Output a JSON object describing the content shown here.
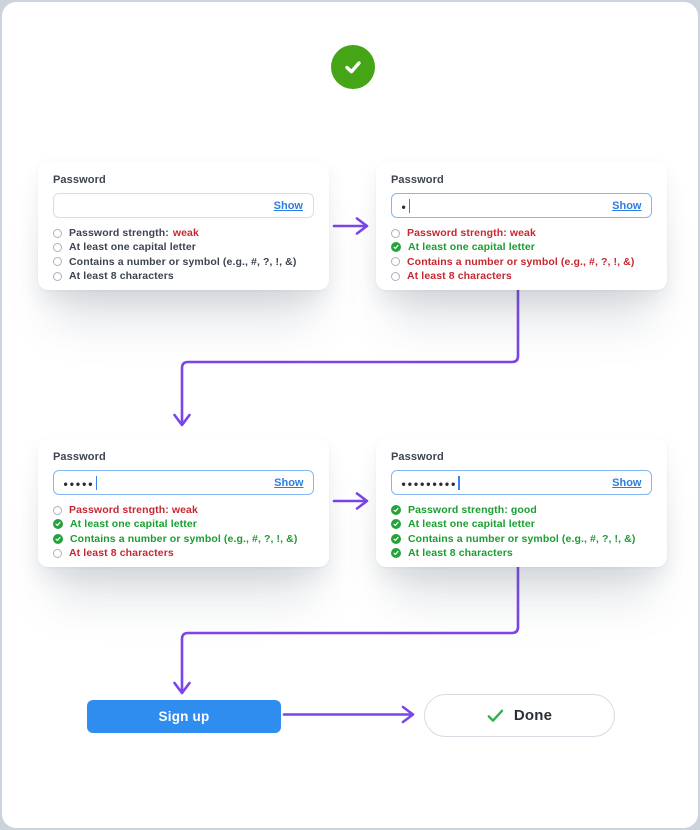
{
  "page": {
    "background_color": "#ccd3dd",
    "canvas_color": "#ffffff"
  },
  "colors": {
    "accent_purple_arrows": "#7b45e8",
    "success_green": "#44a616",
    "pass_green": "#1b9e32",
    "fail_red": "#c62832",
    "neutral_text": "#3d4450",
    "link_blue": "#2c7de4",
    "primary_button_blue": "#2f8def",
    "focused_input_border": "#82b7f4"
  },
  "success_badge": {
    "icon": "check-icon"
  },
  "cards": [
    {
      "label": "Password",
      "input": {
        "value": "",
        "show_label": "Show",
        "focused": false
      },
      "rows": [
        {
          "icon": "circle",
          "state": "neutral",
          "prefix": "Password strength:",
          "status": "weak",
          "status_state": "fail"
        },
        {
          "icon": "circle",
          "state": "neutral",
          "text": "At least one capital letter"
        },
        {
          "icon": "circle",
          "state": "neutral",
          "text": "Contains a number or symbol (e.g., #, ?, !, &)"
        },
        {
          "icon": "circle",
          "state": "neutral",
          "text": "At least 8 characters"
        }
      ]
    },
    {
      "label": "Password",
      "input": {
        "value": "•",
        "show_label": "Show",
        "focused": true
      },
      "rows": [
        {
          "icon": "circle",
          "state": "fail",
          "text": "Password strength: weak"
        },
        {
          "icon": "check",
          "state": "pass",
          "text": "At least one capital letter"
        },
        {
          "icon": "circle",
          "state": "fail",
          "text": "Contains a number or symbol (e.g., #, ?, !, &)"
        },
        {
          "icon": "circle",
          "state": "fail",
          "text": "At least 8 characters"
        }
      ]
    },
    {
      "label": "Password",
      "input": {
        "value": "•••••",
        "show_label": "Show",
        "focused": true
      },
      "rows": [
        {
          "icon": "circle",
          "state": "fail",
          "text": "Password strength: weak"
        },
        {
          "icon": "check",
          "state": "pass",
          "text": "At least one capital letter"
        },
        {
          "icon": "check",
          "state": "pass",
          "text": "Contains a number or symbol (e.g., #, ?, !, &)"
        },
        {
          "icon": "circle",
          "state": "fail",
          "text": "At least 8 characters"
        }
      ]
    },
    {
      "label": "Password",
      "input": {
        "value": "•••••••••",
        "show_label": "Show",
        "focused": true
      },
      "rows": [
        {
          "icon": "check",
          "state": "pass",
          "text": "Password strength: good"
        },
        {
          "icon": "check",
          "state": "pass",
          "text": "At least one capital letter"
        },
        {
          "icon": "check",
          "state": "pass",
          "text": "Contains a number or symbol (e.g., #, ?, !, &)"
        },
        {
          "icon": "check",
          "state": "pass",
          "text": "At least 8 characters"
        }
      ]
    }
  ],
  "signup_button": {
    "label": "Sign up"
  },
  "done_button": {
    "label": "Done",
    "icon": "check-icon"
  }
}
